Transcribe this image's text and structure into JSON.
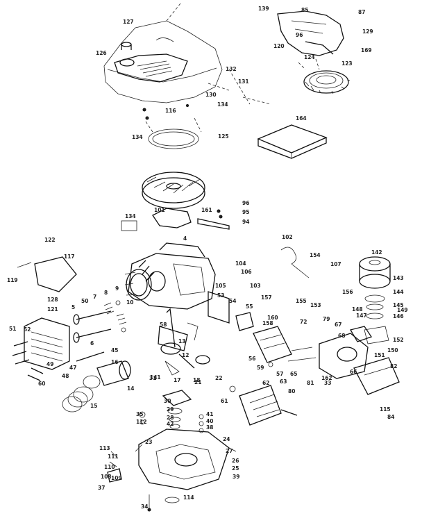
{
  "labels": [
    "127",
    "126",
    "132",
    "131",
    "130",
    "116",
    "134",
    "134",
    "125",
    "139",
    "85",
    "87",
    "96",
    "129",
    "120",
    "124",
    "169",
    "123",
    "164",
    "96",
    "95",
    "94",
    "134",
    "101",
    "161",
    "4",
    "122",
    "117",
    "119",
    "102",
    "142",
    "154",
    "107",
    "143",
    "144",
    "145",
    "146",
    "104",
    "106",
    "105",
    "103",
    "128",
    "121",
    "5",
    "50",
    "7",
    "8",
    "9",
    "10",
    "53",
    "54",
    "155",
    "153",
    "156",
    "148",
    "147",
    "149",
    "152",
    "157",
    "150",
    "151",
    "158",
    "160",
    "72",
    "79",
    "67",
    "68",
    "51",
    "52",
    "6",
    "45",
    "49",
    "47",
    "48",
    "60",
    "58",
    "55",
    "56",
    "59",
    "57",
    "65",
    "162",
    "66",
    "82",
    "16",
    "13",
    "12",
    "15",
    "14",
    "17",
    "18",
    "21",
    "22",
    "31",
    "61",
    "62",
    "63",
    "80",
    "81",
    "33",
    "141",
    "30",
    "29",
    "28",
    "42",
    "41",
    "40",
    "38",
    "35",
    "112",
    "113",
    "111",
    "110",
    "108",
    "109",
    "37",
    "23",
    "24",
    "27",
    "26",
    "25",
    "39",
    "34",
    "114",
    "115",
    "84"
  ]
}
